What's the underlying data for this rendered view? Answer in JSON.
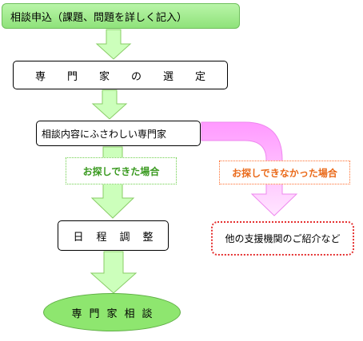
{
  "flow": {
    "step1": "相談申込（課題、問題を詳しく記入）",
    "step2": "専門家の選定",
    "step3": "相談内容にふさわしい専門家",
    "found_label": "お探しできた場合",
    "not_found_label": "お探しできなかった場合",
    "step4": "日程調整",
    "alternative": "他の支援機関のご紹介など",
    "final": "専門家相談"
  },
  "colors": {
    "green_arrow": "#ccffbb",
    "green_arrow_border": "#88cc66",
    "green_box": "#8ee66f",
    "pink_arrow": "#ffbbff",
    "found_text": "#3a9a20",
    "not_found_text": "#ea6a1a",
    "alt_border": "#e53030"
  }
}
